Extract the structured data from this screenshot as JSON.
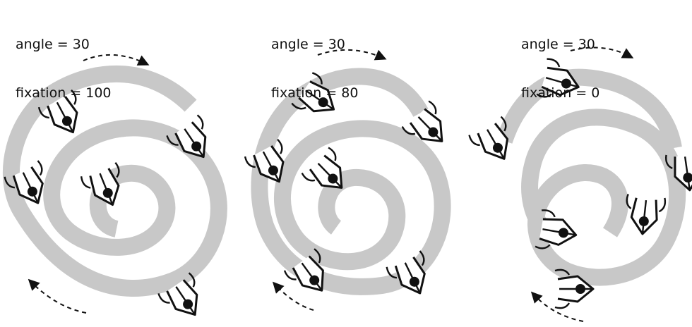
{
  "panels": [
    {
      "angle_line": "angle = 30",
      "fixation_line": "fixation = 100"
    },
    {
      "angle_line": "angle = 30",
      "fixation_line": "fixation = 80"
    },
    {
      "angle_line": "angle = 30",
      "fixation_line": "fixation = 0"
    }
  ],
  "colors": {
    "stroke_gray": "#c8c8c8",
    "ink": "#111111"
  },
  "icons": {
    "nib": "fountain-pen-nib-icon",
    "arrow": "curved-dashed-arrow-icon"
  }
}
